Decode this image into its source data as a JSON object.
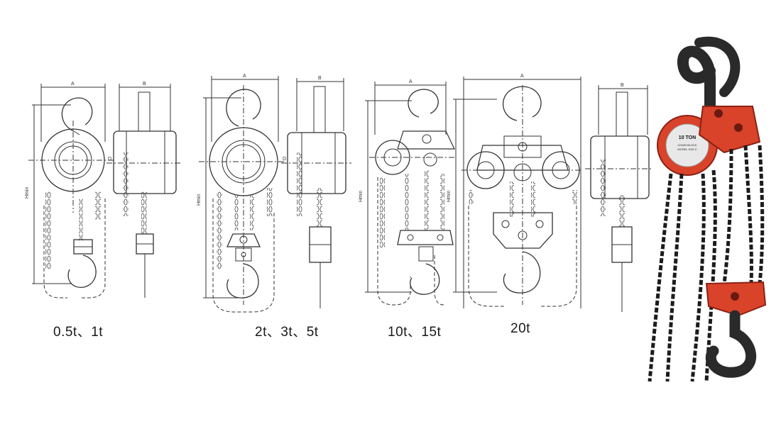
{
  "captions": {
    "group1": "0.5t、1t",
    "group2": "2t、3t、5t",
    "group3": "10t、15t",
    "group4": "20t"
  },
  "dimension_labels": {
    "width_a": "A",
    "width_b": "B",
    "height": "Hmin",
    "depth": "D"
  },
  "product_label": {
    "rating": "10 TON",
    "line2": "CHAIN BLOCK",
    "line3": "MODEL HSZ-C"
  },
  "colors": {
    "line": "#333333",
    "body_red": "#d9432a",
    "chain": "#1c1c1c",
    "hook": "#2a2a2a"
  },
  "icons": [
    "hoist-drawing-icon",
    "chain-block-photo-icon"
  ]
}
